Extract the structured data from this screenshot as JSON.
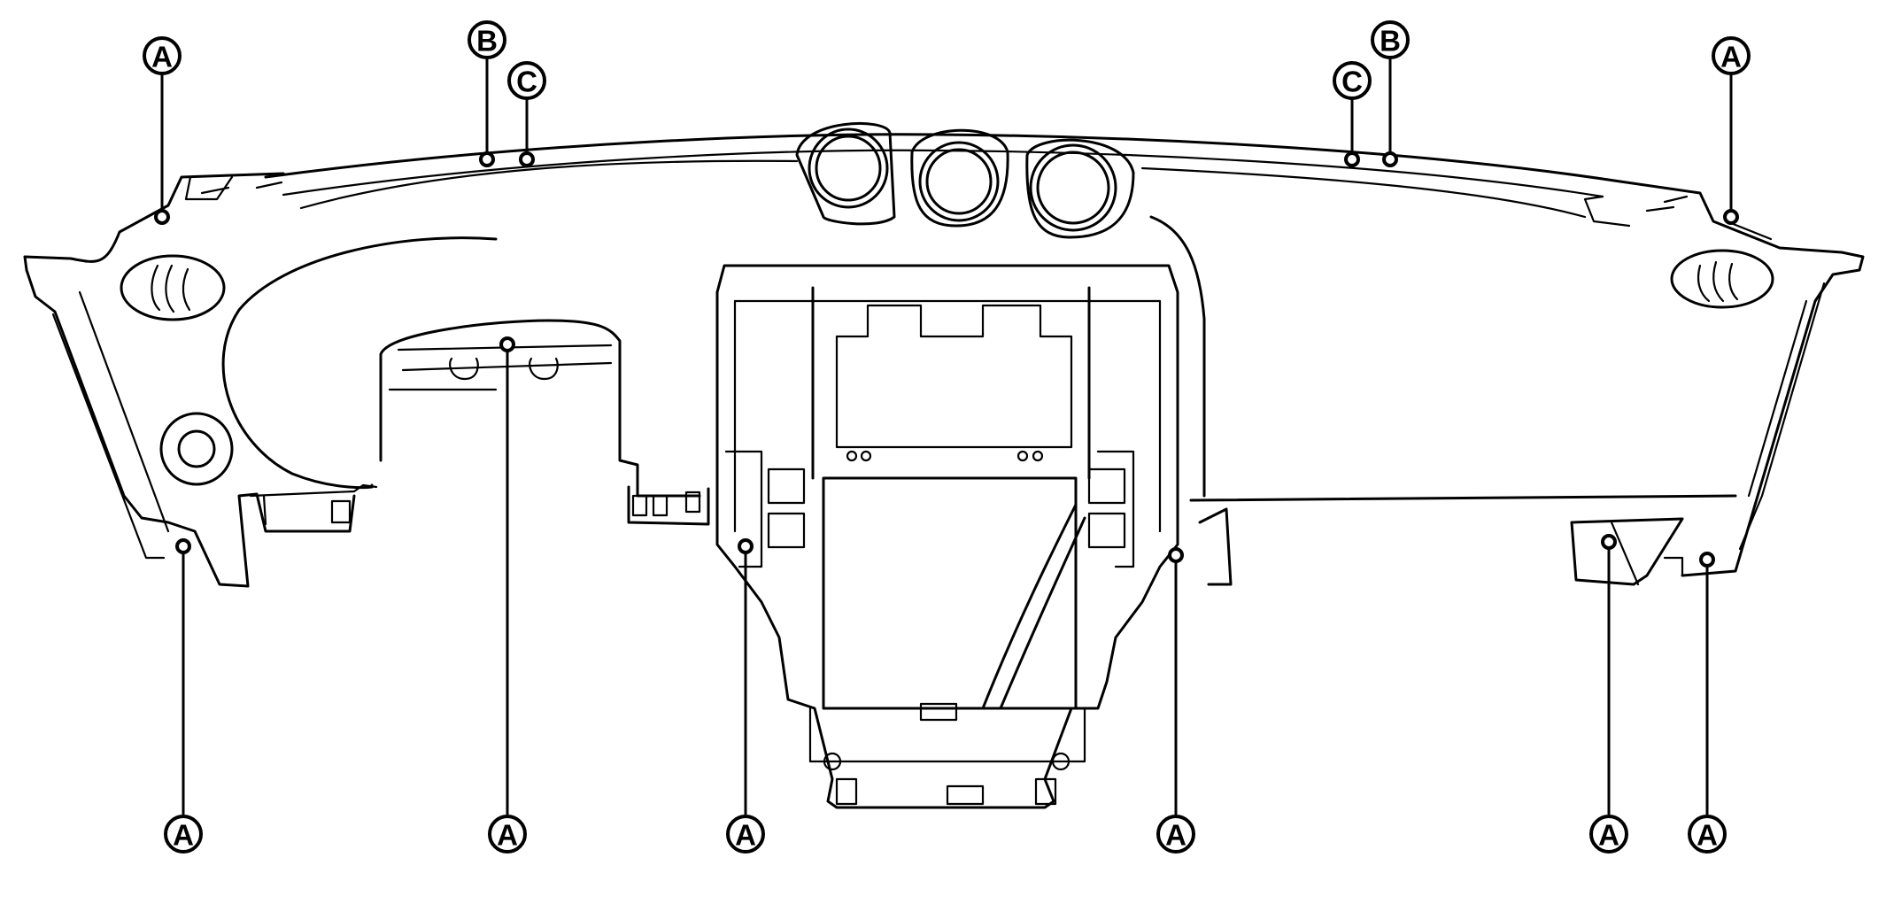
{
  "diagram": {
    "callouts": [
      {
        "id": "a-top-left",
        "letter": "A"
      },
      {
        "id": "b-top-left",
        "letter": "B"
      },
      {
        "id": "c-top-left",
        "letter": "C"
      },
      {
        "id": "c-top-right",
        "letter": "C"
      },
      {
        "id": "b-top-right",
        "letter": "B"
      },
      {
        "id": "a-top-right",
        "letter": "A"
      },
      {
        "id": "a-bottom-1",
        "letter": "A"
      },
      {
        "id": "a-bottom-2",
        "letter": "A"
      },
      {
        "id": "a-bottom-3",
        "letter": "A"
      },
      {
        "id": "a-bottom-4",
        "letter": "A"
      },
      {
        "id": "a-bottom-5",
        "letter": "A"
      },
      {
        "id": "a-bottom-6",
        "letter": "A"
      }
    ]
  }
}
